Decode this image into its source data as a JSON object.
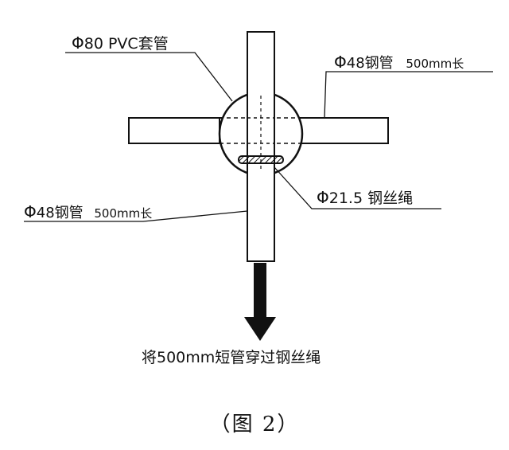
{
  "labels": {
    "pvc_sleeve": {
      "phi": "Φ",
      "text": "80 PVC套管"
    },
    "steel_pipe_horizontal": {
      "phi": "Φ",
      "text": "48钢管",
      "suffix": "500mm长"
    },
    "steel_pipe_vertical": {
      "phi": "Φ",
      "text": "48钢管",
      "suffix": "500mm长"
    },
    "wire_rope": {
      "phi": "Φ",
      "text": "21.5 钢丝绳"
    }
  },
  "instruction": "将500mm短管穿过钢丝绳",
  "figure_caption": "（图 2）",
  "colors": {
    "ink": "#111111",
    "hatch": "#333333",
    "background": "#ffffff"
  }
}
